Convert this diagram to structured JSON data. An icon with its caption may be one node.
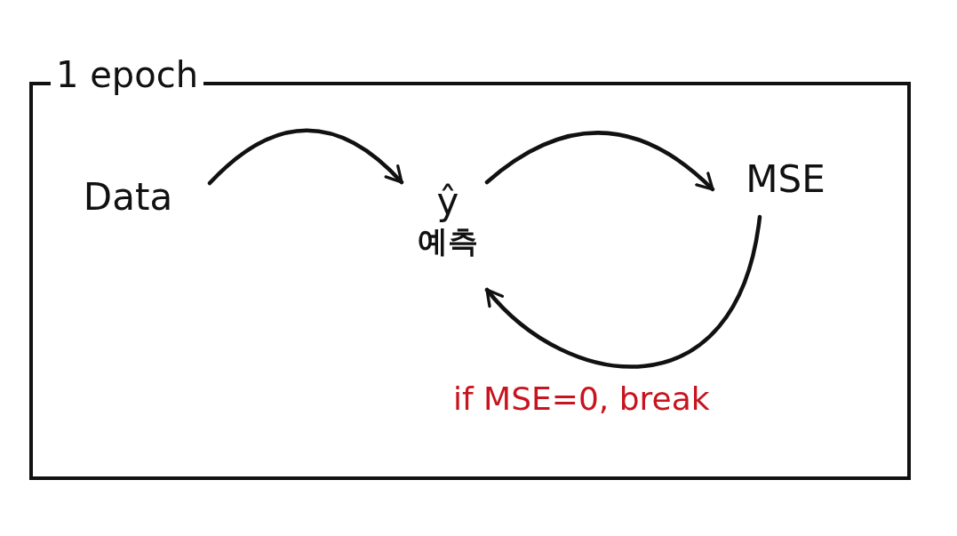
{
  "diagram": {
    "nodes": [
      {
        "text": [
          "1 epoch"
        ]
      },
      {
        "text": [
          "Data"
        ],
        "in": 0
      },
      {
        "text": [
          "ŷ",
          "예측"
        ],
        "in": 0
      },
      {
        "text": [
          "MSE"
        ],
        "in": 0
      }
    ],
    "edges": [
      {
        "from": 1,
        "to": 2,
        "arrow": "to"
      },
      {
        "from": 2,
        "to": 3,
        "arrow": "to"
      },
      {
        "from": 3,
        "to": 2,
        "arrow": "to"
      }
    ],
    "labels": [
      "if MSE=0, break"
    ]
  }
}
